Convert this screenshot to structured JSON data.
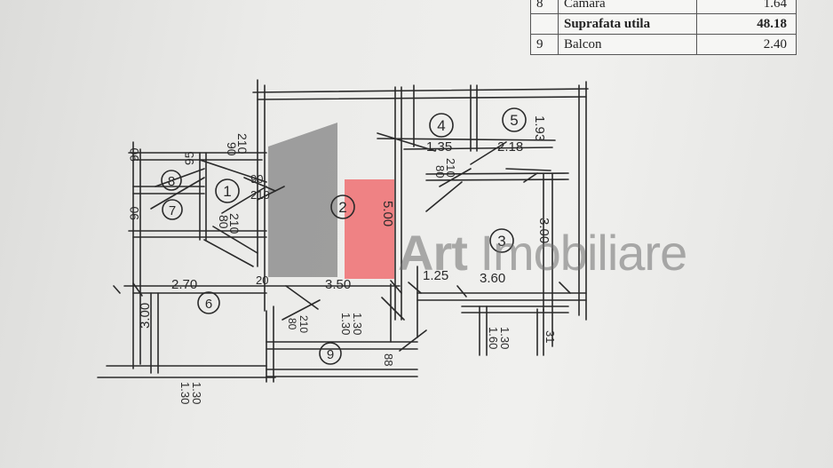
{
  "area_table": {
    "rows": [
      {
        "num": "8",
        "name": "Camara",
        "value": "1.64"
      },
      {
        "num": "",
        "name": "Suprafata utila",
        "value": "48.18",
        "bold": true
      },
      {
        "num": "9",
        "name": "Balcon",
        "value": "2.40"
      }
    ]
  },
  "watermark": {
    "part1": "Art ",
    "part2": "Imobiliare"
  },
  "rooms": {
    "r1": "1",
    "r2": "2",
    "r3": "3",
    "r4": "4",
    "r5": "5",
    "r6": "6",
    "r7": "7",
    "r8": "8",
    "r9": "9"
  },
  "dimensions": {
    "d_90_top": "90",
    "d_210_top": "210",
    "d_90_l1": "90",
    "d_90_l2": "90",
    "d_95": "95",
    "d_90_mid": "90",
    "d_210_mid": "210",
    "d_80_l": "80",
    "d_210_l": "210",
    "d_270": "2.70",
    "d_20": "20",
    "d_350": "3.50",
    "d_500": "5.00",
    "d_135": "1.35",
    "d_218": "2.18",
    "d_193": "1.93",
    "d_80_r": "80",
    "d_210_r": "210",
    "d_300_r": "3.00",
    "d_125": "1.25",
    "d_360": "3.60",
    "d_300_l": "3.00",
    "d_80_b": "80",
    "d_210_b": "210",
    "d_130_a": "1.30",
    "d_130_b": "1.30",
    "d_160": "1.60",
    "d_130_c": "1.30",
    "d_31": "31",
    "d_88": "88",
    "d_130_d": "1.30",
    "d_130_e": "1.30"
  },
  "colors": {
    "ink": "#2a2a2a",
    "gray_block": "#8f8f8f",
    "red_block": "#ee6f72",
    "watermark": "#6e6e6e"
  }
}
